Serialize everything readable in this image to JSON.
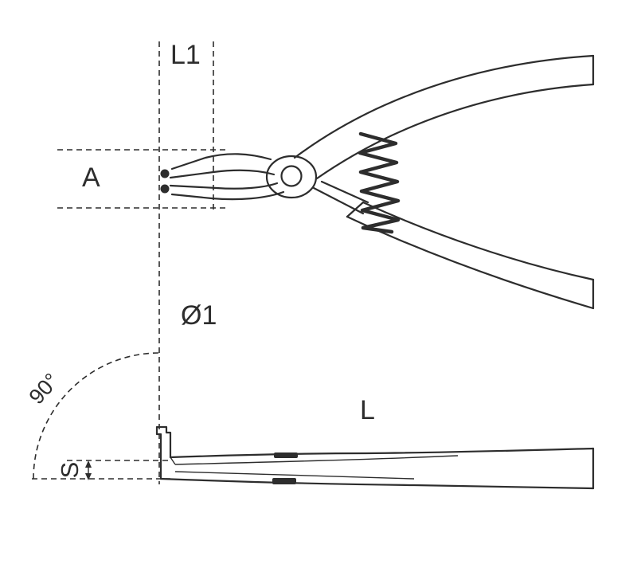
{
  "diagram": {
    "labels": {
      "tip_length": "L1",
      "tip_opening": "A",
      "tip_diameter": "Ø1",
      "bend_angle": "90°",
      "tip_thickness": "S",
      "overall_length": "L"
    },
    "colors": {
      "line": "#2d2d2d",
      "background": "#ffffff"
    }
  }
}
